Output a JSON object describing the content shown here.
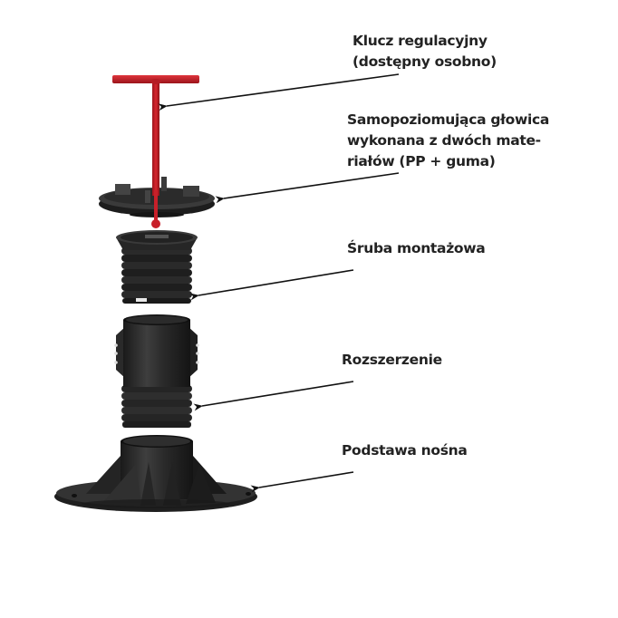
{
  "colors": {
    "background": "#ffffff",
    "text": "#222222",
    "key_red": "#c8202a",
    "key_red_dark": "#8e1218",
    "part_black": "#2b2b2b",
    "part_dark": "#1b1b1b",
    "part_highlight": "#4a4a4a",
    "arrow": "#111111"
  },
  "labels": [
    {
      "id": "key",
      "text": "Klucz regulacyjny\n(dostępny osobno)"
    },
    {
      "id": "head",
      "text": "Samopoziomująca głowica\nwykonana z dwóch mate-\nriałów (PP + guma)"
    },
    {
      "id": "screw",
      "text": "Śruba montażowa"
    },
    {
      "id": "extension",
      "text": "Rozszerzenie"
    },
    {
      "id": "base",
      "text": "Podstawa nośna"
    }
  ],
  "components": [
    {
      "id": "key",
      "name": "T-handle adjustment key",
      "color": "red"
    },
    {
      "id": "head",
      "name": "self-leveling head",
      "color": "black"
    },
    {
      "id": "screw",
      "name": "mounting screw",
      "color": "black"
    },
    {
      "id": "extension",
      "name": "extension",
      "color": "black"
    },
    {
      "id": "base",
      "name": "support base",
      "color": "black"
    }
  ]
}
